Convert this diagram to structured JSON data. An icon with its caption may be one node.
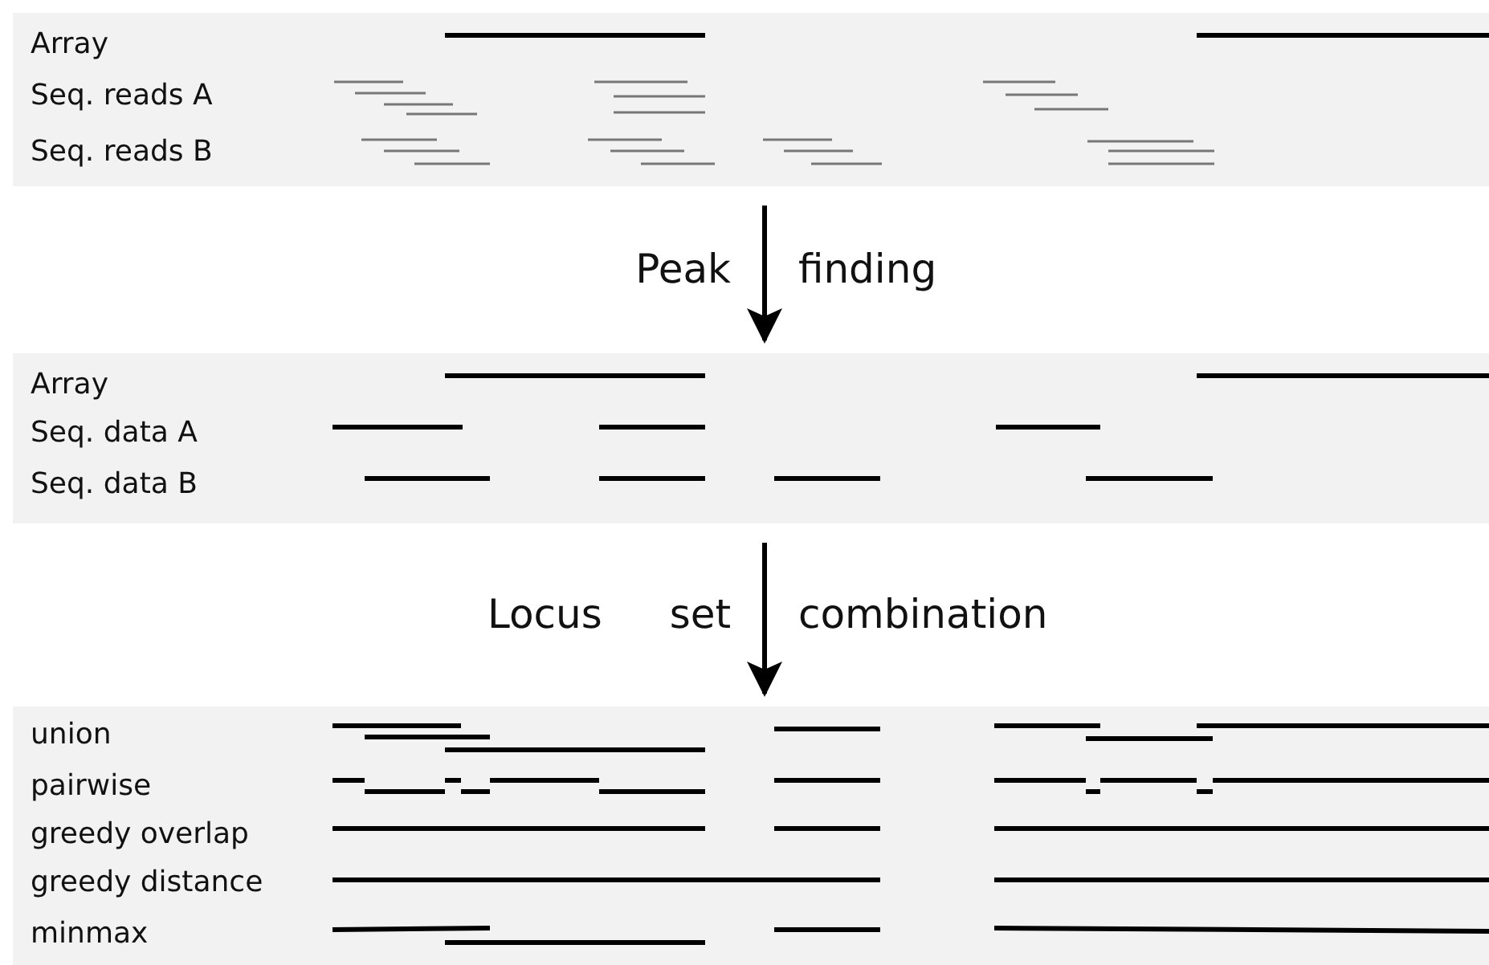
{
  "diagram": {
    "nodes": [
      {
        "text": [
          "Array",
          "Seq. reads A",
          "Seq. reads B"
        ]
      },
      {
        "text": [
          "Array",
          "Seq. data A",
          "Seq. data B"
        ]
      },
      {
        "text": [
          "union",
          "pairwise",
          "greedy overlap",
          "greedy distance",
          "minmax"
        ]
      }
    ],
    "edges": [
      {
        "from": 0,
        "to": 1,
        "arrow": "to",
        "label": "Peak finding"
      },
      {
        "from": 1,
        "to": 2,
        "arrow": "to",
        "label": "Locus set combination"
      }
    ]
  }
}
